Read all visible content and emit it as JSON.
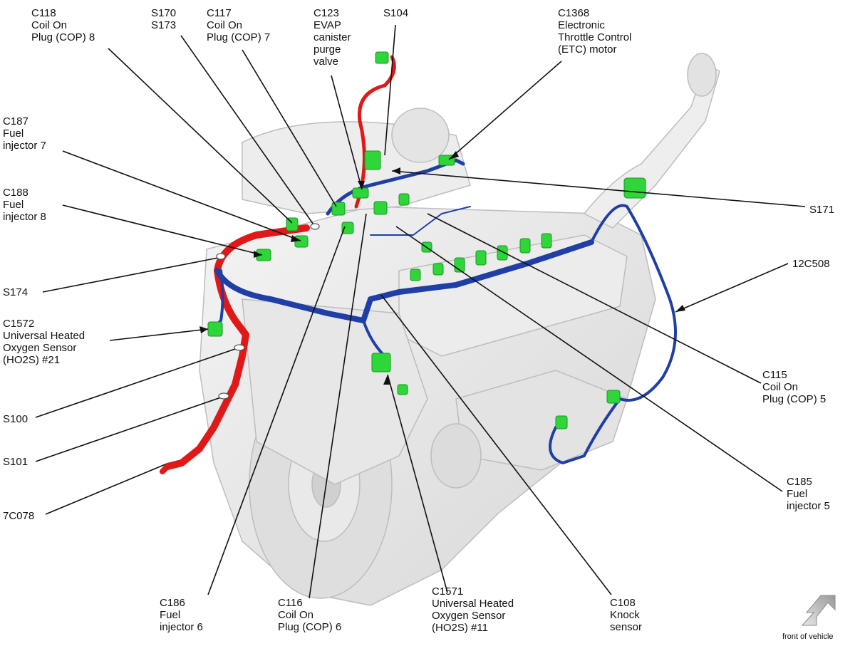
{
  "colors": {
    "engine_fill": "#e6e6e6",
    "engine_stroke": "#bdbdbd",
    "harness_blue": "#1f3fa6",
    "harness_red": "#e01818",
    "connector_green": "#2fd63a",
    "leader_line": "#111111"
  },
  "callouts": {
    "c118": {
      "lines": [
        "C118",
        "Coil On",
        "Plug (COP) 8"
      ]
    },
    "s170": {
      "lines": [
        "S170",
        "S173"
      ]
    },
    "c117": {
      "lines": [
        "C117",
        "Coil On",
        "Plug (COP) 7"
      ]
    },
    "c123": {
      "lines": [
        "C123",
        "EVAP",
        "canister",
        "purge",
        "valve"
      ]
    },
    "s104": {
      "lines": [
        "S104"
      ]
    },
    "c1368": {
      "lines": [
        "C1368",
        "Electronic",
        "Throttle Control",
        "(ETC) motor"
      ]
    },
    "c187": {
      "lines": [
        "C187",
        "Fuel",
        "injector 7"
      ]
    },
    "c188": {
      "lines": [
        "C188",
        "Fuel",
        "injector 8"
      ]
    },
    "s171": {
      "lines": [
        "S171"
      ]
    },
    "c12c508": {
      "lines": [
        "12C508"
      ]
    },
    "s174": {
      "lines": [
        "S174"
      ]
    },
    "c1572": {
      "lines": [
        "C1572",
        "Universal Heated",
        "Oxygen Sensor",
        "(HO2S) #21"
      ]
    },
    "s100": {
      "lines": [
        "S100"
      ]
    },
    "s101": {
      "lines": [
        "S101"
      ]
    },
    "c7c078": {
      "lines": [
        "7C078"
      ]
    },
    "c115": {
      "lines": [
        "C115",
        "Coil On",
        "Plug (COP) 5"
      ]
    },
    "c185": {
      "lines": [
        "C185",
        "Fuel",
        "injector 5"
      ]
    },
    "c186": {
      "lines": [
        "C186",
        "Fuel",
        "injector 6"
      ]
    },
    "c116": {
      "lines": [
        "C116",
        "Coil On",
        "Plug (COP) 6"
      ]
    },
    "c1571": {
      "lines": [
        "C1571",
        "Universal Heated",
        "Oxygen Sensor",
        "(HO2S) #11"
      ]
    },
    "c108": {
      "lines": [
        "C108",
        "Knock",
        "sensor"
      ]
    }
  },
  "orientation": {
    "label": "front of vehicle",
    "icon": "arrow-up-right-icon"
  }
}
